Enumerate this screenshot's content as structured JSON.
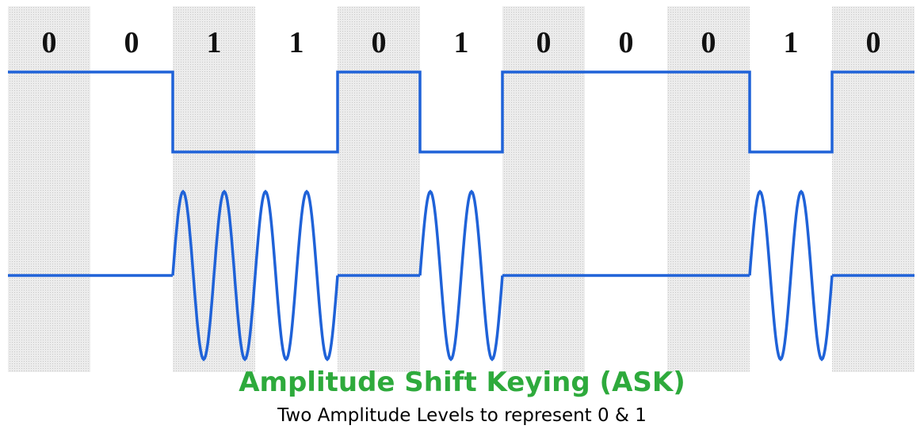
{
  "bits": [
    "0",
    "0",
    "1",
    "1",
    "0",
    "1",
    "0",
    "0",
    "0",
    "1",
    "0"
  ],
  "title": "Amplitude Shift Keying (ASK)",
  "subtitle": "Two Amplitude Levels to represent 0 & 1",
  "colors": {
    "signal": "#1f62d8",
    "title": "#2eaa3c",
    "stripe": "#e4e4e4"
  }
}
